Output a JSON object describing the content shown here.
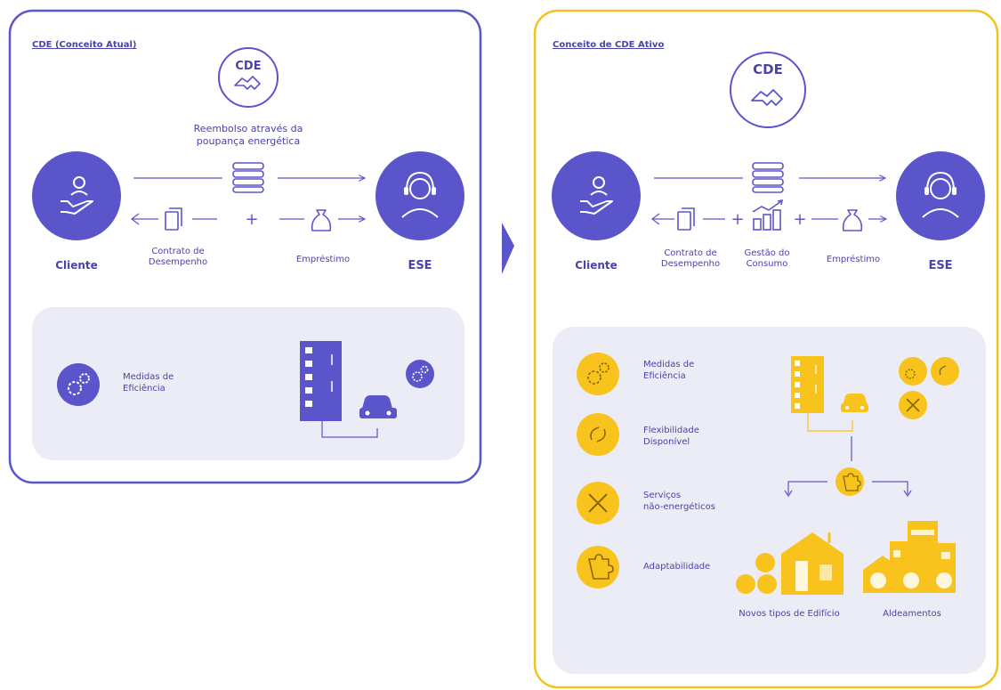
{
  "left_panel": {
    "title": "CDE (Conceito Atual)",
    "cde_label": "CDE",
    "reimbursement_text_line1": "Reembolso através da",
    "reimbursement_text_line2": "poupança energética",
    "client_label": "Cliente",
    "ese_label": "ESE",
    "contract_label_line1": "Contrato de",
    "contract_label_line2": "Desempenho",
    "loan_label": "Empréstimo",
    "measures_label_line1": "Medidas de",
    "measures_label_line2": "Eficiência"
  },
  "right_panel": {
    "title": "Conceito de CDE Ativo",
    "cde_label": "CDE",
    "client_label": "Cliente",
    "ese_label": "ESE",
    "contract_label_line1": "Contrato de",
    "contract_label_line2": "Desempenho",
    "consumption_label_line1": "Gestão do",
    "consumption_label_line2": "Consumo",
    "loan_label": "Empréstimo",
    "features": [
      {
        "line1": "Medidas de",
        "line2": "Eficiência",
        "icon": "gears-icon"
      },
      {
        "line1": "Flexibilidade",
        "line2": "Disponível",
        "icon": "flex-arrows-icon"
      },
      {
        "line1": "Serviços",
        "line2": "não-energéticos",
        "icon": "tools-icon"
      },
      {
        "line1": "Adaptabilidade",
        "line2": "",
        "icon": "puzzle-icon"
      }
    ],
    "new_buildings_label": "Novos tipos de Edifício",
    "settlements_label": "Aldeamentos"
  },
  "colors": {
    "purple": "#5b55cc",
    "purple_dark": "#4a43a8",
    "yellow": "#f7c31c",
    "yellow_border": "#f5c21b",
    "panel_bg": "#ececf6"
  }
}
